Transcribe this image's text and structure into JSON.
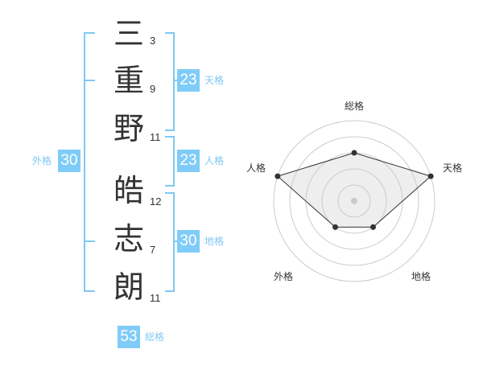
{
  "name_chars": [
    {
      "char": "三",
      "strokes": "3"
    },
    {
      "char": "重",
      "strokes": "9"
    },
    {
      "char": "野",
      "strokes": "11"
    },
    {
      "char": "皓",
      "strokes": "12"
    },
    {
      "char": "志",
      "strokes": "7"
    },
    {
      "char": "朗",
      "strokes": "11"
    }
  ],
  "fortunes": {
    "tenkaku": {
      "label": "天格",
      "value": "23"
    },
    "jinkaku": {
      "label": "人格",
      "value": "23"
    },
    "chikaku": {
      "label": "地格",
      "value": "30"
    },
    "gaikaku": {
      "label": "外格",
      "value": "30"
    },
    "soukaku": {
      "label": "総格",
      "value": "53"
    }
  },
  "colors": {
    "accent": "#80ccf8",
    "bracket": "#80c8f4"
  },
  "chart_data": {
    "type": "radar",
    "axes": [
      "総格",
      "天格",
      "地格",
      "外格",
      "人格"
    ],
    "values": [
      3,
      5,
      2,
      2,
      5
    ],
    "range": [
      0,
      5
    ],
    "rings": 5
  }
}
